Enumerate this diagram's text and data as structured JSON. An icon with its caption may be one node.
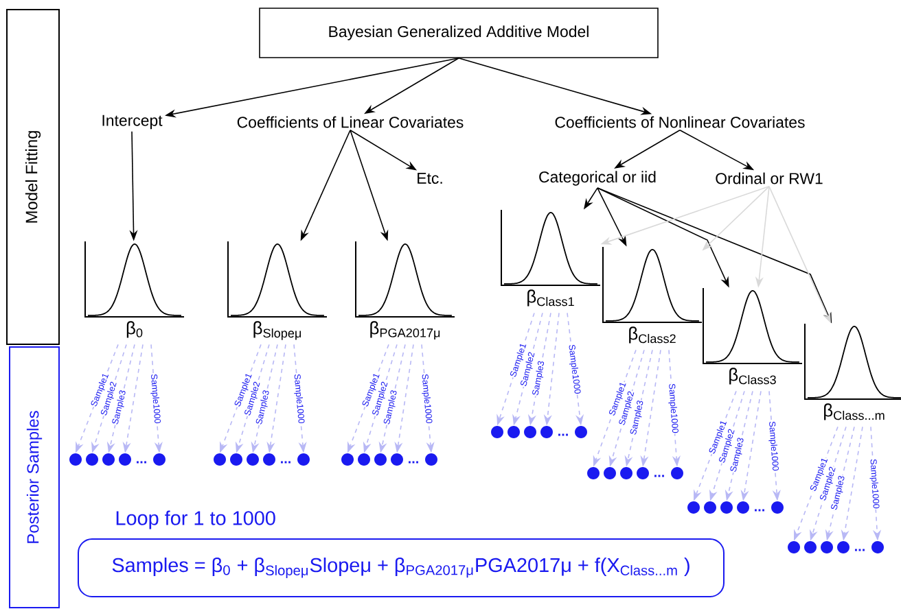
{
  "diagram": {
    "nodes": [
      {
        "text": [
          "Model Fitting"
        ]
      },
      {
        "text": [
          "Bayesian Generalized Additive Model"
        ]
      },
      {
        "text": [
          "Intercept"
        ]
      },
      {
        "text": [
          "Coefficients of Linear Covariates"
        ]
      },
      {
        "text": [
          "Coefficients of Nonlinear Covariates"
        ]
      },
      {
        "text": [
          "Etc."
        ]
      },
      {
        "text": [
          "Categorical or iid"
        ]
      },
      {
        "text": [
          "Ordinal or RW1"
        ]
      },
      {
        "text": [
          "β$_{0}$"
        ]
      },
      {
        "text": [
          "β$_{Slopeμ}$"
        ]
      },
      {
        "text": [
          "β$_{PGA2017μ}$"
        ]
      },
      {
        "text": [
          "β$_{Class1}$"
        ]
      },
      {
        "text": [
          "β$_{Class2}$"
        ]
      },
      {
        "text": [
          "β$_{Class3}$"
        ]
      },
      {
        "text": [
          "β$_{Class...m}$"
        ]
      },
      {
        "text": [
          "Posterior Samples"
        ]
      },
      {
        "text": [],
        "shape": "circle"
      },
      {
        "text": [],
        "shape": "circle"
      },
      {
        "text": [],
        "shape": "circle"
      },
      {
        "text": [],
        "shape": "circle"
      },
      {
        "text": [],
        "shape": "circle"
      },
      {
        "text": [],
        "shape": "circle"
      },
      {
        "text": [],
        "shape": "circle"
      },
      {
        "text": [],
        "shape": "circle"
      },
      {
        "text": [],
        "shape": "circle"
      },
      {
        "text": [],
        "shape": "circle"
      },
      {
        "text": [],
        "shape": "circle"
      },
      {
        "text": [],
        "shape": "circle"
      },
      {
        "text": [],
        "shape": "circle"
      },
      {
        "text": [],
        "shape": "circle"
      },
      {
        "text": [],
        "shape": "circle"
      },
      {
        "text": [],
        "shape": "circle"
      },
      {
        "text": [],
        "shape": "circle"
      },
      {
        "text": [],
        "shape": "circle"
      },
      {
        "text": [],
        "shape": "circle"
      },
      {
        "text": [],
        "shape": "circle"
      },
      {
        "text": [],
        "shape": "circle"
      },
      {
        "text": [],
        "shape": "circle"
      },
      {
        "text": [],
        "shape": "circle"
      },
      {
        "text": [],
        "shape": "circle"
      },
      {
        "text": [],
        "shape": "circle"
      },
      {
        "text": [],
        "shape": "circle"
      },
      {
        "text": [],
        "shape": "circle"
      },
      {
        "text": [],
        "shape": "circle"
      },
      {
        "text": [],
        "shape": "circle"
      },
      {
        "text": [],
        "shape": "circle"
      },
      {
        "text": [],
        "shape": "circle"
      },
      {
        "text": [],
        "shape": "circle"
      },
      {
        "text": [],
        "shape": "circle"
      },
      {
        "text": [],
        "shape": "circle"
      },
      {
        "text": [],
        "shape": "circle"
      },
      {
        "text": [
          "Samples = β$_{0}$ + β$_{Slopeμ}$Slopeμ + β$_{PGA2017μ}$PGA2017μ + f(X$_{Class...m}$ )"
        ]
      }
    ],
    "edges": [
      {
        "from": 1,
        "to": 2,
        "arrow": "to",
        "color": "#000000"
      },
      {
        "from": 1,
        "to": 3,
        "arrow": "to",
        "color": "#000000"
      },
      {
        "from": 1,
        "to": 4,
        "arrow": "to",
        "color": "#000000"
      },
      {
        "from": 2,
        "to": 8,
        "arrow": "to",
        "color": "#000000"
      },
      {
        "from": 3,
        "to": 9,
        "arrow": "to",
        "color": "#000000"
      },
      {
        "from": 3,
        "to": 10,
        "arrow": "to",
        "color": "#000000"
      },
      {
        "from": 3,
        "to": 5,
        "arrow": "to",
        "color": "#000000"
      },
      {
        "from": 4,
        "to": 6,
        "arrow": "to",
        "color": "#000000"
      },
      {
        "from": 4,
        "to": 7,
        "arrow": "to",
        "color": "#000000"
      },
      {
        "from": 6,
        "to": 11,
        "arrow": "to",
        "color": "#000000"
      },
      {
        "from": 6,
        "to": 12,
        "arrow": "to",
        "color": "#000000"
      },
      {
        "from": 6,
        "to": 13,
        "arrow": "to",
        "color": "#000000"
      },
      {
        "from": 6,
        "to": 14,
        "arrow": "to",
        "color": "#000000"
      },
      {
        "from": 7,
        "to": 11,
        "arrow": "to",
        "color": "#d9d9d9"
      },
      {
        "from": 7,
        "to": 12,
        "arrow": "to",
        "color": "#d9d9d9"
      },
      {
        "from": 7,
        "to": 13,
        "arrow": "to",
        "color": "#d9d9d9"
      },
      {
        "from": 7,
        "to": 14,
        "arrow": "to",
        "color": "#d9d9d9"
      },
      {
        "from": 8,
        "to": 16,
        "arrow": "to",
        "label": "Sample1",
        "style": "dashed",
        "color": "#b8b8f5"
      },
      {
        "from": 8,
        "to": 17,
        "arrow": "to",
        "label": "Sample2",
        "style": "dashed",
        "color": "#b8b8f5"
      },
      {
        "from": 8,
        "to": 18,
        "arrow": "to",
        "label": "Sample3",
        "style": "dashed",
        "color": "#b8b8f5"
      },
      {
        "from": 8,
        "to": 19,
        "arrow": "to",
        "style": "dashed",
        "color": "#b8b8f5"
      },
      {
        "from": 8,
        "to": 20,
        "arrow": "to",
        "label": "Sample1000",
        "style": "dashed",
        "color": "#b8b8f5"
      },
      {
        "from": 9,
        "to": 21,
        "arrow": "to",
        "label": "Sample1",
        "style": "dashed",
        "color": "#b8b8f5"
      },
      {
        "from": 9,
        "to": 22,
        "arrow": "to",
        "label": "Sample2",
        "style": "dashed",
        "color": "#b8b8f5"
      },
      {
        "from": 9,
        "to": 23,
        "arrow": "to",
        "label": "Sample3",
        "style": "dashed",
        "color": "#b8b8f5"
      },
      {
        "from": 9,
        "to": 24,
        "arrow": "to",
        "style": "dashed",
        "color": "#b8b8f5"
      },
      {
        "from": 9,
        "to": 25,
        "arrow": "to",
        "label": "Sample1000",
        "style": "dashed",
        "color": "#b8b8f5"
      },
      {
        "from": 10,
        "to": 26,
        "arrow": "to",
        "label": "Sample1",
        "style": "dashed",
        "color": "#b8b8f5"
      },
      {
        "from": 10,
        "to": 27,
        "arrow": "to",
        "label": "Sample2",
        "style": "dashed",
        "color": "#b8b8f5"
      },
      {
        "from": 10,
        "to": 28,
        "arrow": "to",
        "label": "Sample3",
        "style": "dashed",
        "color": "#b8b8f5"
      },
      {
        "from": 10,
        "to": 29,
        "arrow": "to",
        "style": "dashed",
        "color": "#b8b8f5"
      },
      {
        "from": 10,
        "to": 30,
        "arrow": "to",
        "label": "Sample1000",
        "style": "dashed",
        "color": "#b8b8f5"
      },
      {
        "from": 11,
        "to": 31,
        "arrow": "to",
        "label": "Sample1",
        "style": "dashed",
        "color": "#b8b8f5"
      },
      {
        "from": 11,
        "to": 32,
        "arrow": "to",
        "label": "Sample2",
        "style": "dashed",
        "color": "#b8b8f5"
      },
      {
        "from": 11,
        "to": 33,
        "arrow": "to",
        "label": "Sample3",
        "style": "dashed",
        "color": "#b8b8f5"
      },
      {
        "from": 11,
        "to": 34,
        "arrow": "to",
        "style": "dashed",
        "color": "#b8b8f5"
      },
      {
        "from": 11,
        "to": 35,
        "arrow": "to",
        "label": "Sample1000",
        "style": "dashed",
        "color": "#b8b8f5"
      },
      {
        "from": 12,
        "to": 36,
        "arrow": "to",
        "label": "Sample1",
        "style": "dashed",
        "color": "#b8b8f5"
      },
      {
        "from": 12,
        "to": 37,
        "arrow": "to",
        "label": "Sample2",
        "style": "dashed",
        "color": "#b8b8f5"
      },
      {
        "from": 12,
        "to": 38,
        "arrow": "to",
        "label": "Sample3",
        "style": "dashed",
        "color": "#b8b8f5"
      },
      {
        "from": 12,
        "to": 39,
        "arrow": "to",
        "style": "dashed",
        "color": "#b8b8f5"
      },
      {
        "from": 12,
        "to": 40,
        "arrow": "to",
        "label": "Sample1000",
        "style": "dashed",
        "color": "#b8b8f5"
      },
      {
        "from": 13,
        "to": 41,
        "arrow": "to",
        "label": "Sample1",
        "style": "dashed",
        "color": "#b8b8f5"
      },
      {
        "from": 13,
        "to": 42,
        "arrow": "to",
        "label": "Sample2",
        "style": "dashed",
        "color": "#b8b8f5"
      },
      {
        "from": 13,
        "to": 43,
        "arrow": "to",
        "label": "Sample3",
        "style": "dashed",
        "color": "#b8b8f5"
      },
      {
        "from": 13,
        "to": 44,
        "arrow": "to",
        "style": "dashed",
        "color": "#b8b8f5"
      },
      {
        "from": 13,
        "to": 45,
        "arrow": "to",
        "label": "Sample1000",
        "style": "dashed",
        "color": "#b8b8f5"
      },
      {
        "from": 14,
        "to": 46,
        "arrow": "to",
        "label": "Sample1",
        "style": "dashed",
        "color": "#b8b8f5"
      },
      {
        "from": 14,
        "to": 47,
        "arrow": "to",
        "label": "Sample2",
        "style": "dashed",
        "color": "#b8b8f5"
      },
      {
        "from": 14,
        "to": 48,
        "arrow": "to",
        "label": "Sample3",
        "style": "dashed",
        "color": "#b8b8f5"
      },
      {
        "from": 14,
        "to": 49,
        "arrow": "to",
        "style": "dashed",
        "color": "#b8b8f5"
      },
      {
        "from": 14,
        "to": 50,
        "arrow": "to",
        "label": "Sample1000",
        "style": "dashed",
        "color": "#b8b8f5"
      }
    ],
    "labels": [
      "...",
      "...",
      "...",
      "...",
      "...",
      "...",
      "...",
      "Loop for 1 to 1000"
    ]
  }
}
